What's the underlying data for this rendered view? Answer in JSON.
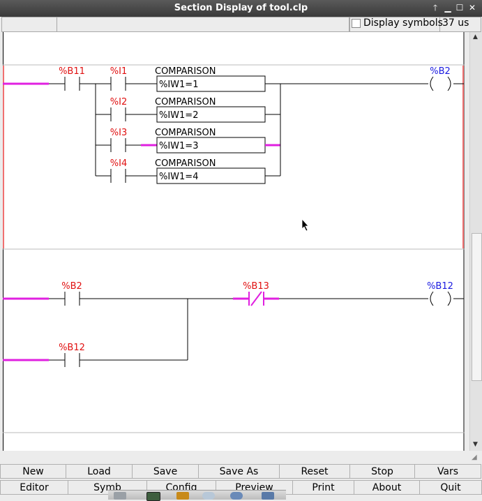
{
  "window": {
    "title": "Section Display of tool.clp"
  },
  "toolbar": {
    "display_symbols_label": "Display symbols",
    "display_symbols_checked": false,
    "scan_time": "37 us"
  },
  "rungs": [
    {
      "contacts": [
        {
          "label": "%B11"
        },
        {
          "label": "%I1"
        },
        {
          "label": "%I2"
        },
        {
          "label": "%I3"
        },
        {
          "label": "%I4"
        }
      ],
      "comparisons": [
        {
          "title": "COMPARISON",
          "expr": "%IW1=1"
        },
        {
          "title": "COMPARISON",
          "expr": "%IW1=2"
        },
        {
          "title": "COMPARISON",
          "expr": "%IW1=3"
        },
        {
          "title": "COMPARISON",
          "expr": "%IW1=4"
        }
      ],
      "coil": {
        "label": "%B2"
      }
    },
    {
      "contacts": [
        {
          "label": "%B2"
        },
        {
          "label": "%B13"
        },
        {
          "label": "%B12"
        }
      ],
      "coil": {
        "label": "%B12"
      }
    }
  ],
  "buttons_row1": [
    "New",
    "Load",
    "Save",
    "Save As",
    "Reset",
    "Stop",
    "Vars"
  ],
  "buttons_row2": [
    "Editor",
    "Symb",
    "Config",
    "Preview",
    "Print",
    "About",
    "Quit"
  ],
  "colors": {
    "active_wire": "#e020e0",
    "label_red": "#e01010",
    "label_blue": "#1a1ae0",
    "rail_red": "#f07070"
  }
}
